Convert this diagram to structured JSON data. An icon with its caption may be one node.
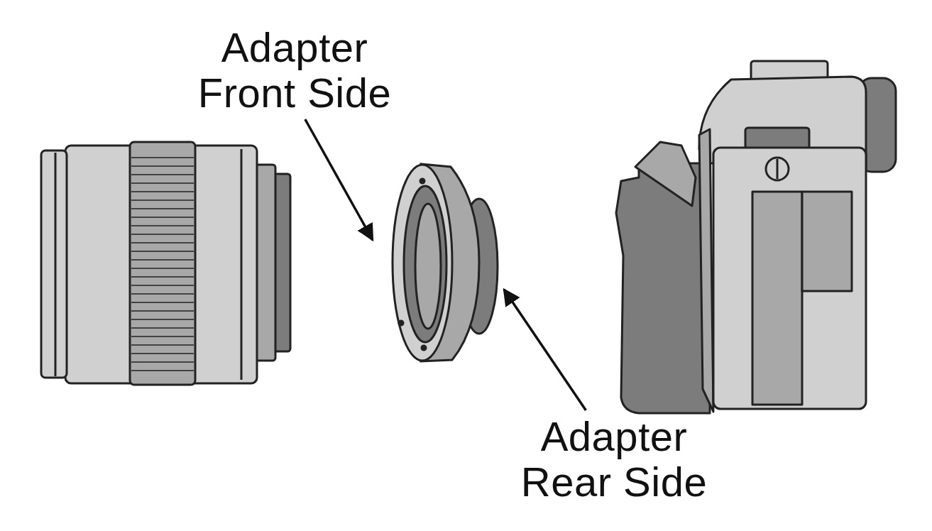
{
  "diagram": {
    "nodes": [
      {
        "text": [
          "Adapter Front Side"
        ]
      },
      {
        "text": [],
        "shape": "picture"
      },
      {
        "text": [
          "Adapter Rear Side"
        ]
      }
    ],
    "edges": [
      {
        "from": 0,
        "to": 1,
        "arrow": "to"
      },
      {
        "from": 2,
        "to": 1,
        "arrow": "to"
      }
    ]
  }
}
